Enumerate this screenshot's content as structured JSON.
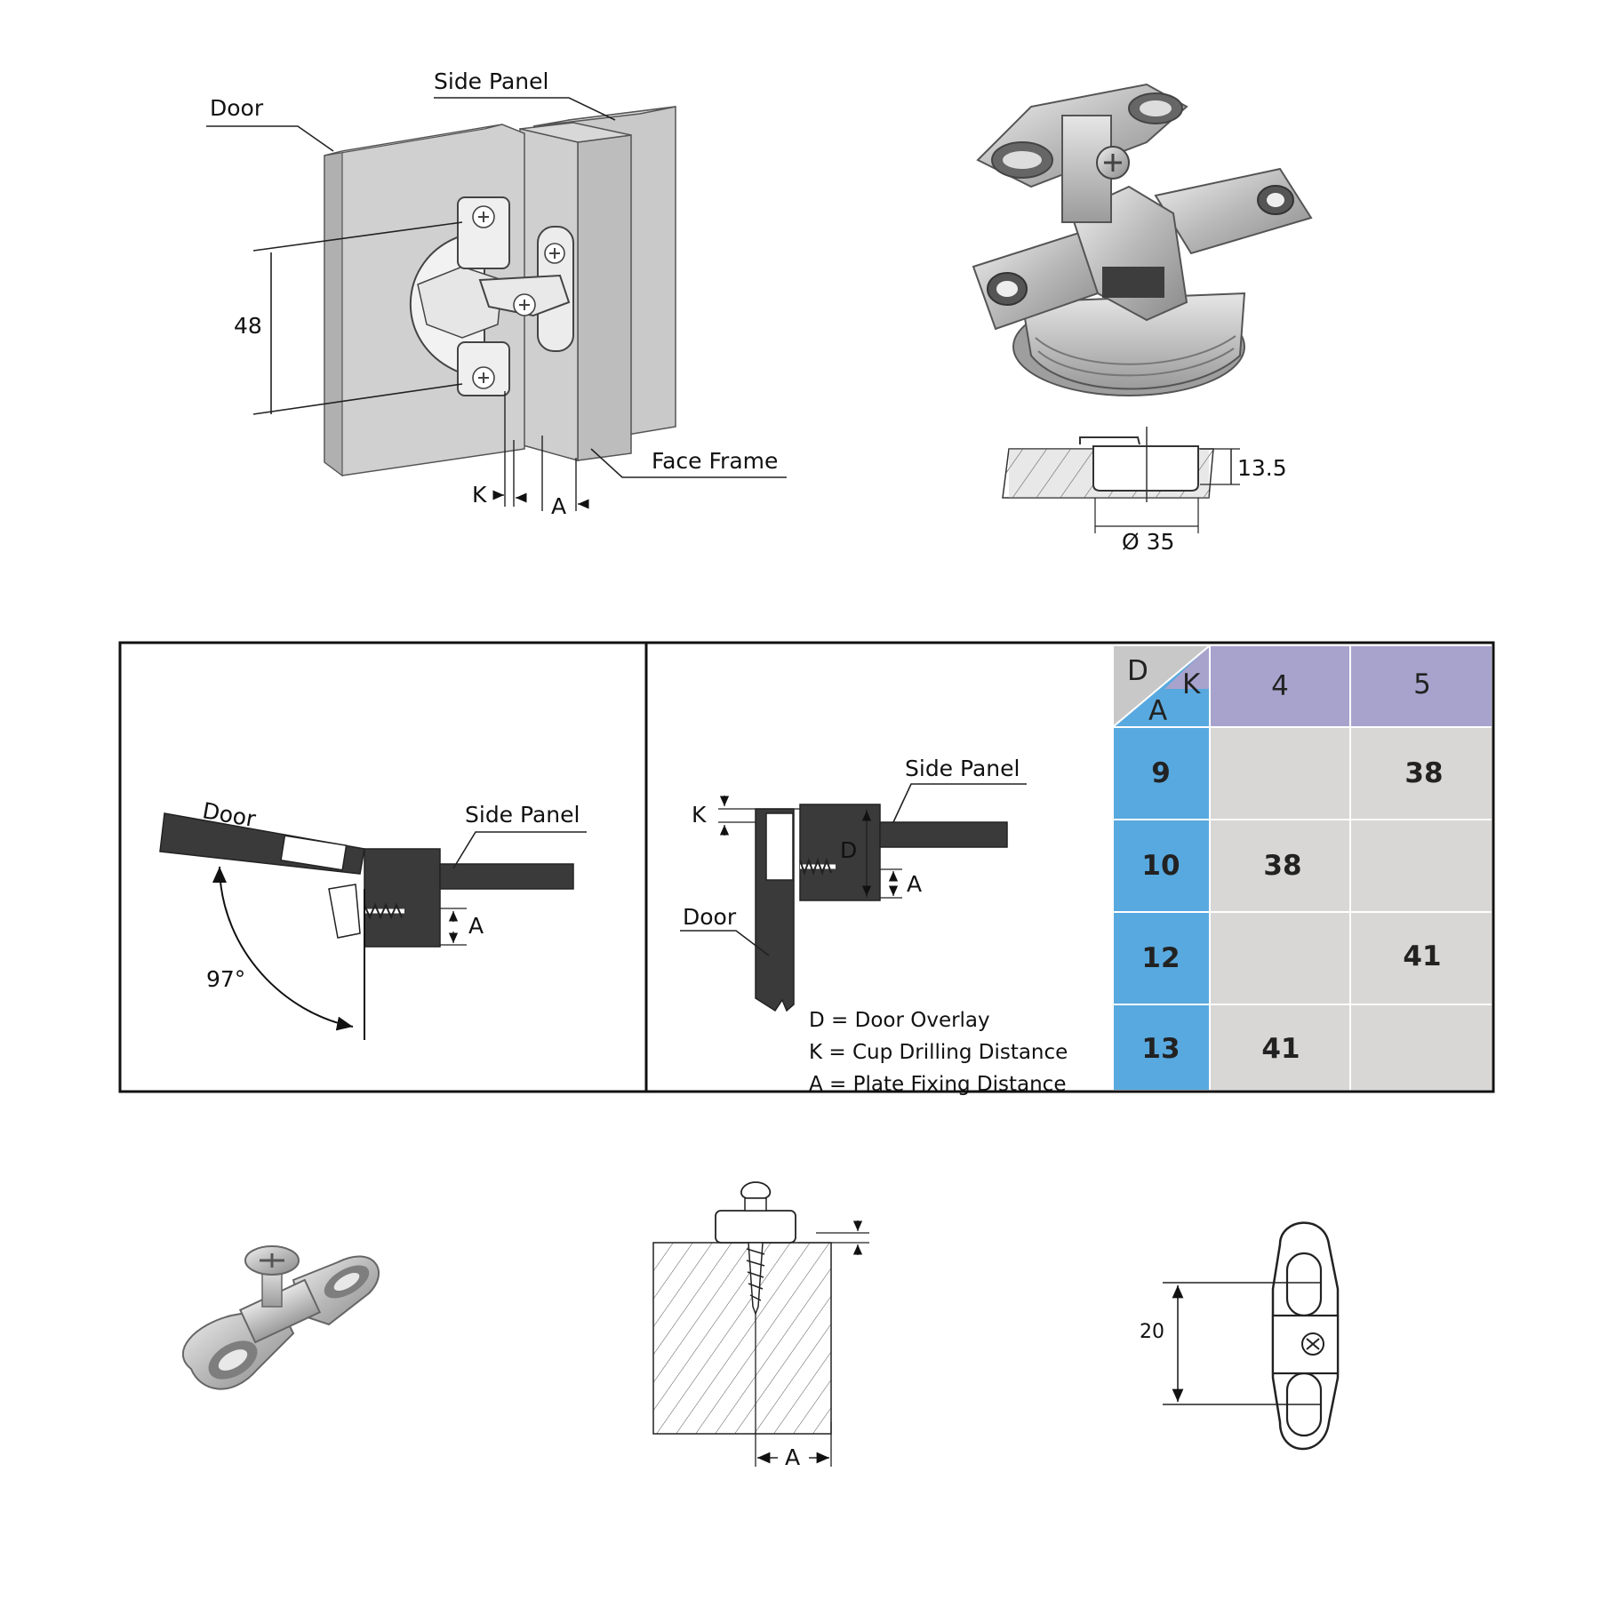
{
  "top_left": {
    "door_label": "Door",
    "side_panel_label": "Side Panel",
    "face_frame_label": "Face Frame",
    "dim_48": "48",
    "k_label": "K",
    "a_label": "A"
  },
  "top_right": {
    "depth_label": "13.5",
    "diameter_label": "Ø 35"
  },
  "panel_left": {
    "door_label": "Door",
    "side_panel_label": "Side Panel",
    "a_label": "A",
    "angle_label": "97°"
  },
  "panel_middle": {
    "side_panel_label": "Side Panel",
    "door_label": "Door",
    "k_label": "K",
    "d_label": "D",
    "a_label": "A",
    "definitions": [
      "D = Door Overlay",
      "K = Cup Drilling Distance",
      "A = Plate Fixing Distance"
    ]
  },
  "table": {
    "header_d": "D",
    "header_k": "K",
    "header_a": "A",
    "k_values": [
      "4",
      "5"
    ],
    "rows": [
      {
        "a": "9",
        "cells": [
          "",
          "38"
        ]
      },
      {
        "a": "10",
        "cells": [
          "38",
          ""
        ]
      },
      {
        "a": "12",
        "cells": [
          "",
          "41"
        ]
      },
      {
        "a": "13",
        "cells": [
          "41",
          ""
        ]
      }
    ],
    "colors": {
      "header": "#a7a3cc",
      "row_head": "#58a9df",
      "cell": "#d8d7d5",
      "corner": "#c8c8c8"
    }
  },
  "bottom": {
    "a_label": "A",
    "dim_20": "20"
  }
}
